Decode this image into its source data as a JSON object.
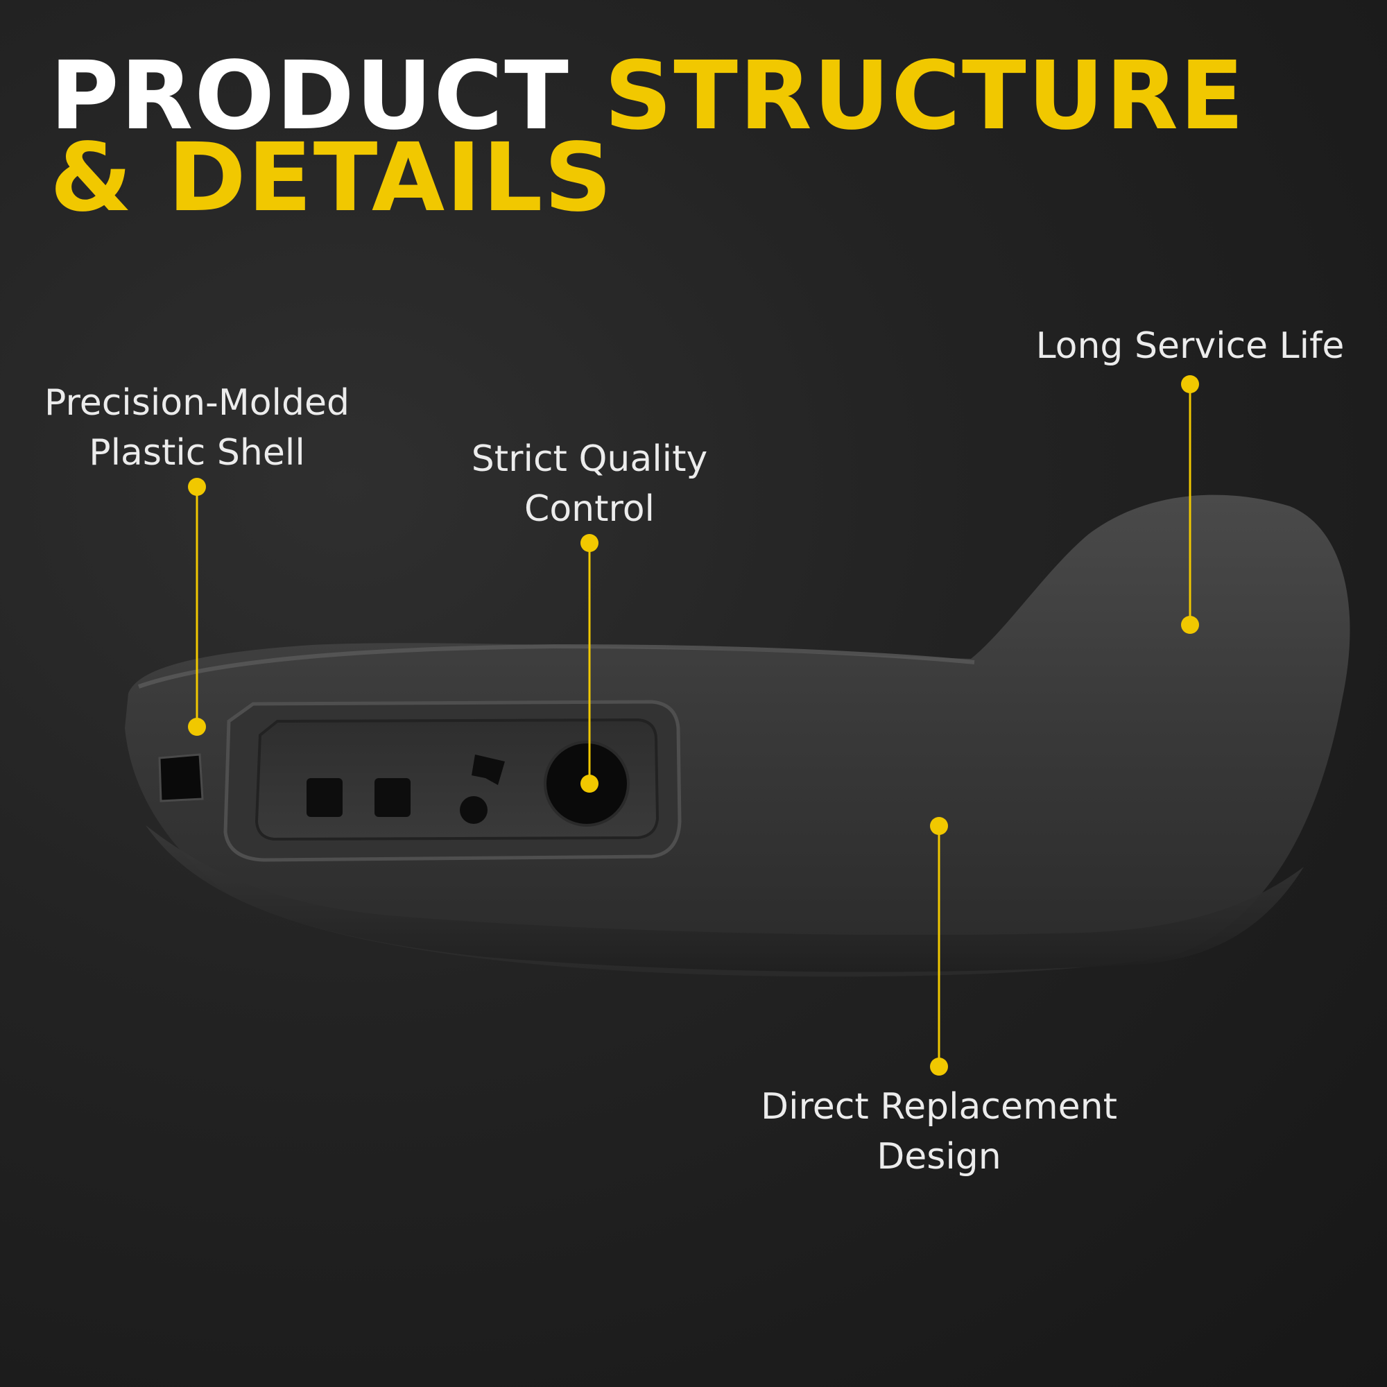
{
  "title": {
    "line1_white": "PRODUCT",
    "line1_accent": "STRUCTURE",
    "line2_accent": "& DETAILS"
  },
  "callouts": {
    "precision": {
      "line1": "Precision-Molded",
      "line2": "Plastic Shell"
    },
    "quality": {
      "line1": "Strict Quality",
      "line2": "Control"
    },
    "service": {
      "line1": "Long Service Life"
    },
    "replacement": {
      "line1": "Direct Replacement",
      "line2": "Design"
    }
  },
  "colors": {
    "accent": "#f1c800",
    "text": "#ececec",
    "background": "#1b1b1b"
  }
}
